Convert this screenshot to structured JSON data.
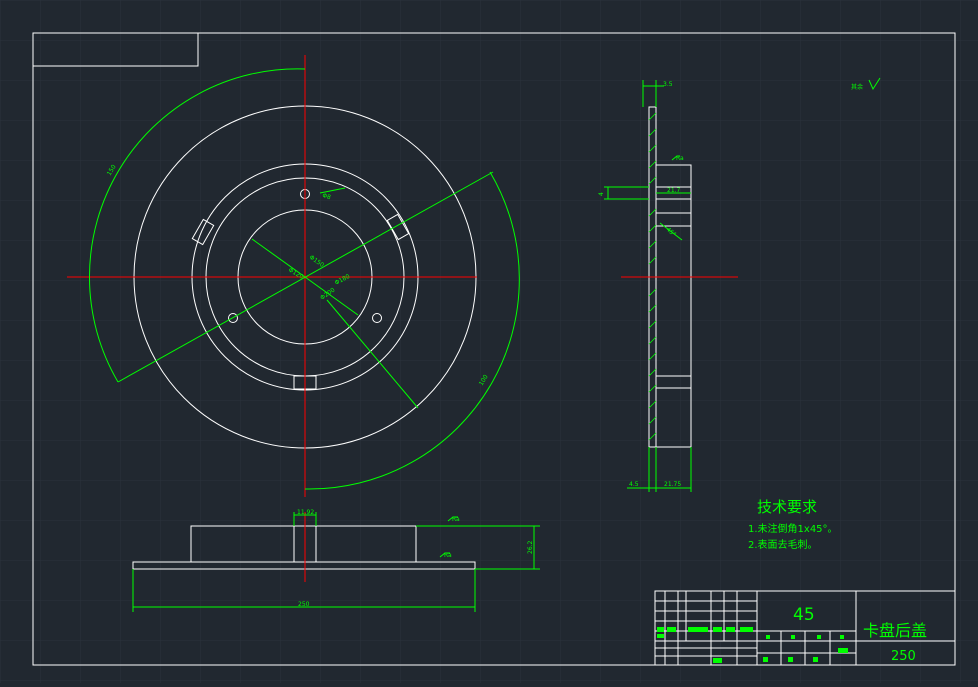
{
  "colors": {
    "background": "#212830",
    "grid": "#2a323c",
    "geometry": "#ffffff",
    "dimension": "#00ff00",
    "centerline": "#ff0000"
  },
  "drawing": {
    "dims": {
      "outer_radius": "150",
      "upper_right_radius": "100",
      "phi_120": "Φ120",
      "phi_150": "Φ150",
      "phi_180": "Φ180",
      "phi_200": "Φ200",
      "phi_8": "Φ8",
      "side_top": "3.5",
      "side_mid": "21.7",
      "side_small": "4",
      "side_angle": "45°",
      "side_bottom_left": "4.5",
      "side_bottom_right": "21.75",
      "bottom_width": "250",
      "bottom_small": "11.92",
      "bottom_height": "26.2"
    },
    "roughness": {
      "side": "Ra",
      "top_right": "其余",
      "bottom_top": "Ra",
      "bottom_mid": "Ra"
    }
  },
  "notes": {
    "heading": "技术要求",
    "items": [
      "1.未注倒角1x45°。",
      "2.表面去毛刺。"
    ]
  },
  "title_block": {
    "material": "45",
    "part_name": "卡盘后盖",
    "part_number": "250"
  }
}
